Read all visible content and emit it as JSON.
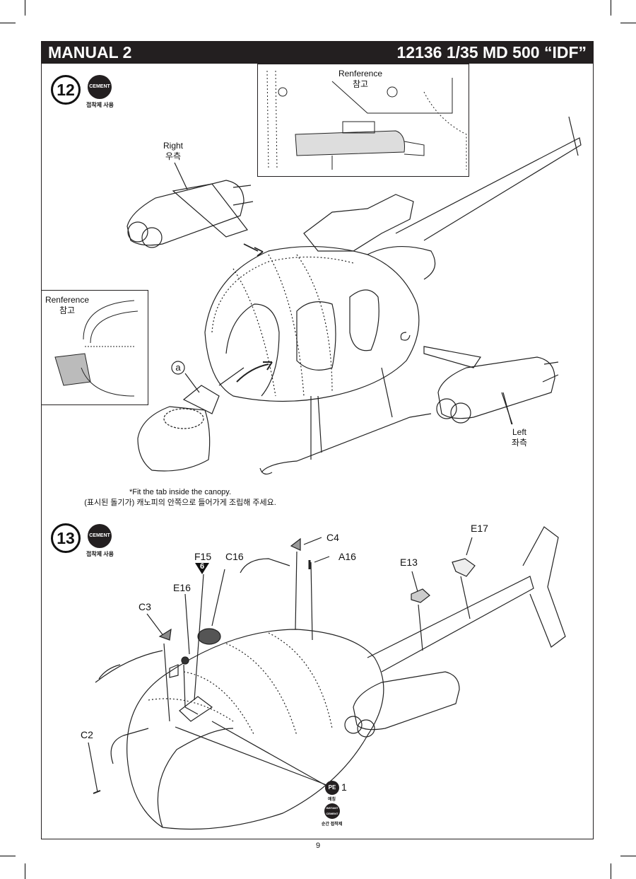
{
  "header": {
    "left": "MANUAL 2",
    "right": "12136 1/35 MD 500 “IDF”"
  },
  "step12": {
    "number": "12",
    "badge": "CEMENT",
    "badge_caption": "접착제 사용",
    "ref_top": {
      "en": "Renference",
      "ko": "참고"
    },
    "ref_left": {
      "en": "Renference",
      "ko": "참고"
    },
    "right": {
      "en": "Right",
      "ko": "우측"
    },
    "left": {
      "en": "Left",
      "ko": "좌측"
    },
    "callout": "a",
    "note_en": "*Fit the tab inside the canopy.",
    "note_ko": "(표시된 돌기가) 캐노피의 안쪽으로 들어가게 조립해 주세요."
  },
  "step13": {
    "number": "13",
    "badge": "CEMENT",
    "badge_caption": "접착제 사용",
    "parts": {
      "c4": "C4",
      "a16": "A16",
      "e17": "E17",
      "e13": "E13",
      "f15": "F15",
      "f15_num": "6",
      "c16": "C16",
      "e16": "E16",
      "c3": "C3",
      "c2": "C2"
    },
    "pe_badge": "PE",
    "pe_number": "1",
    "pe_caption": "에칭",
    "instant_badge": "INSTANT CEMENT",
    "instant_caption": "순간 접착제"
  },
  "page_number": "9"
}
